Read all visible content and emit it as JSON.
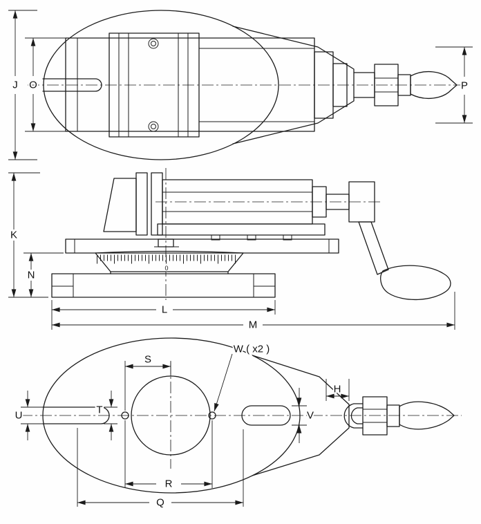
{
  "labels": {
    "J": "J",
    "O": "O",
    "P": "P",
    "K": "K",
    "N": "N",
    "L": "L",
    "M": "M",
    "S": "S",
    "W_x2": "W ( x2 )",
    "H": "H",
    "U": "U",
    "T": "T",
    "V": "V",
    "R": "R",
    "Q": "Q",
    "scale_zero": "0"
  },
  "colors": {
    "line": "#1b1b1b",
    "background": "#fefefe"
  }
}
